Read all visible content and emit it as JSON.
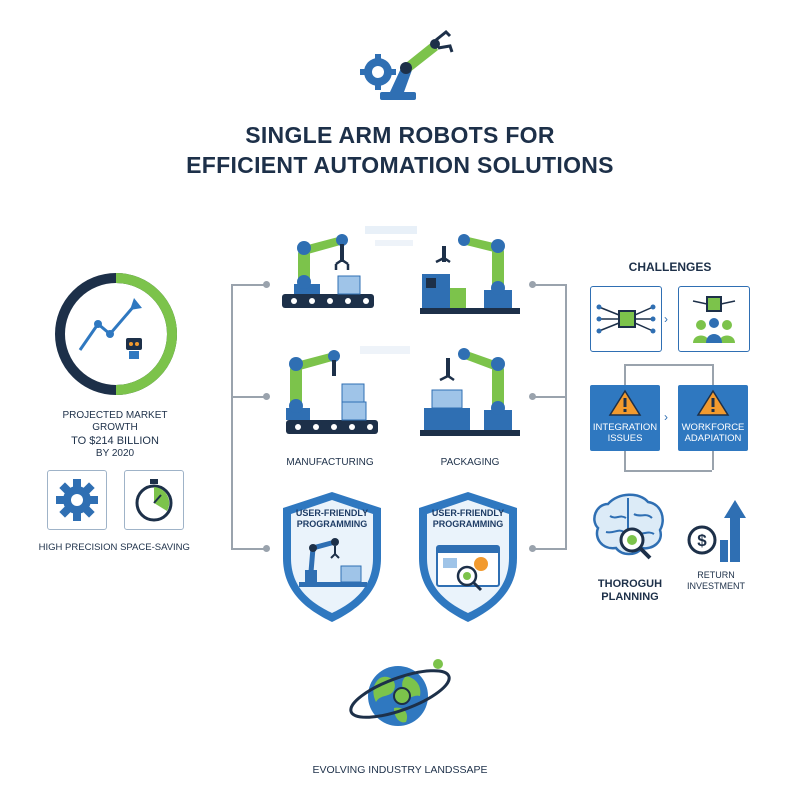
{
  "header": {
    "title_line1": "SINGLE ARM ROBOTS FOR",
    "title_line2": "EFFICIENT AUTOMATION SOLUTIONS"
  },
  "left": {
    "market_line1": "PROJECTED MARKET",
    "market_line2": "GROWTH",
    "market_line3": "TO $214 BILLION",
    "market_line4": "BY 2020",
    "feature1": "HIGH PRECISION",
    "feature2": "SPACE-SAVING"
  },
  "center": {
    "label_manufacturing": "MANUFACTURING",
    "label_packaging": "PACKAGING",
    "shield1_line1": "USER-FRIENDLY",
    "shield1_line2": "PROGRAMMING",
    "shield2_line1": "USER-FRIENDLY",
    "shield2_line2": "PROGRAMMING"
  },
  "right": {
    "challenges": "CHALLENGES",
    "integration_line1": "INTEGRATION",
    "integration_line2": "ISSUES",
    "workforce_line1": "WORKFORCE",
    "workforce_line2": "ADAPIATION",
    "planning_line1": "THOROGUH",
    "planning_line2": "PLANNING",
    "return_line1": "RETURN",
    "return_line2": "INVESTMENT"
  },
  "footer": {
    "landscape": "EVOLVING INDUSTRY LANDSSAPE"
  },
  "colors": {
    "navy": "#1d3049",
    "blue": "#2f78c0",
    "green": "#7cc34b",
    "orange": "#f29a2e",
    "gray": "#9aa3ad"
  }
}
